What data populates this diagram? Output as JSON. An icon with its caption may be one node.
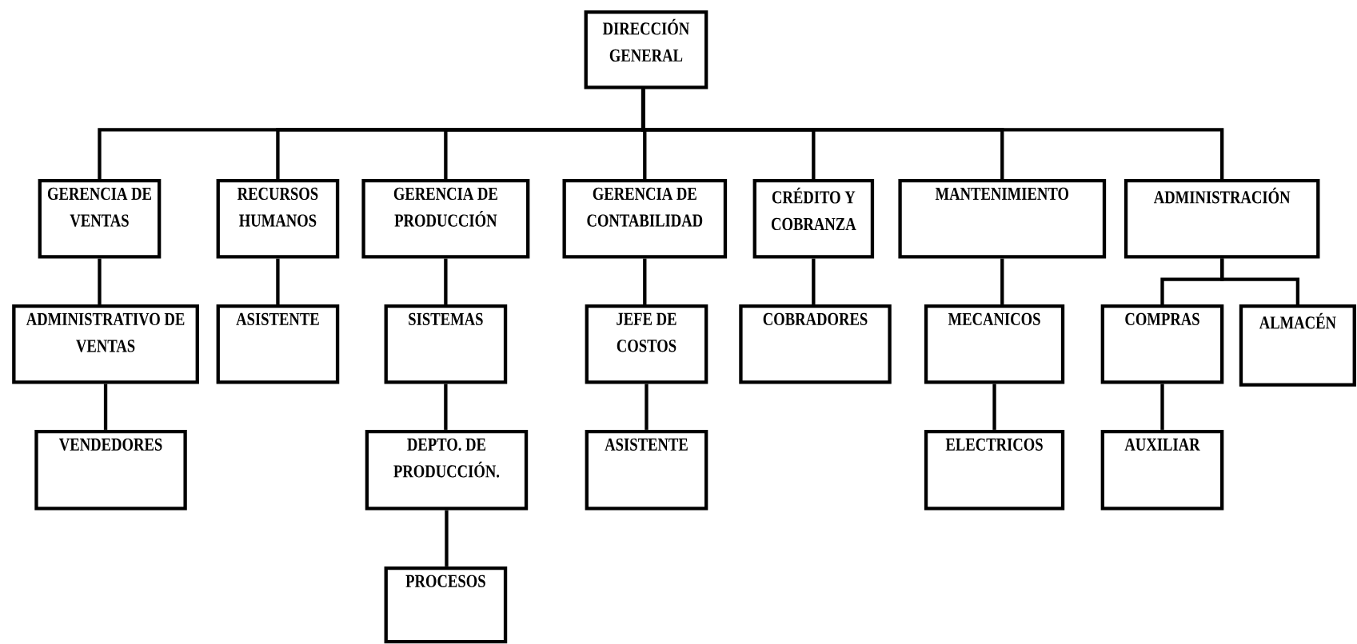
{
  "diagram": {
    "nodes": [
      {
        "text": [
          "DIRECCIÓN GENERAL"
        ]
      },
      {
        "text": [
          "GERENCIA DE VENTAS"
        ]
      },
      {
        "text": [
          "RECURSOS HUMANOS"
        ]
      },
      {
        "text": [
          "GERENCIA DE PRODUCCIÓN"
        ]
      },
      {
        "text": [
          "GERENCIA DE CONTABILIDAD"
        ]
      },
      {
        "text": [
          "CRÉDITO Y COBRANZA"
        ]
      },
      {
        "text": [
          "MANTENIMIENTO"
        ]
      },
      {
        "text": [
          "ADMINISTRACIÓN"
        ]
      },
      {
        "text": [
          "ADMINISTRATIVO DE VENTAS"
        ]
      },
      {
        "text": [
          "VENDEDORES"
        ]
      },
      {
        "text": [
          "ASISTENTE"
        ]
      },
      {
        "text": [
          "SISTEMAS"
        ]
      },
      {
        "text": [
          "DEPTO. DE PRODUCCIÓN."
        ]
      },
      {
        "text": [
          "PROCESOS"
        ]
      },
      {
        "text": [
          "JEFE DE COSTOS"
        ]
      },
      {
        "text": [
          "ASISTENTE"
        ]
      },
      {
        "text": [
          "COBRADORES"
        ]
      },
      {
        "text": [
          "MECANICOS"
        ]
      },
      {
        "text": [
          "ELECTRICOS"
        ]
      },
      {
        "text": [
          "COMPRAS"
        ]
      },
      {
        "text": [
          "ALMACÉN"
        ]
      },
      {
        "text": [
          "AUXILIAR"
        ]
      }
    ],
    "edges": [
      {
        "from": 0,
        "to": 1,
        "arrow": "none"
      },
      {
        "from": 0,
        "to": 2,
        "arrow": "none"
      },
      {
        "from": 0,
        "to": 3,
        "arrow": "none"
      },
      {
        "from": 0,
        "to": 4,
        "arrow": "none"
      },
      {
        "from": 0,
        "to": 5,
        "arrow": "none"
      },
      {
        "from": 0,
        "to": 6,
        "arrow": "none"
      },
      {
        "from": 0,
        "to": 7,
        "arrow": "none"
      },
      {
        "from": 1,
        "to": 8,
        "arrow": "none"
      },
      {
        "from": 8,
        "to": 9,
        "arrow": "none"
      },
      {
        "from": 2,
        "to": 10,
        "arrow": "none"
      },
      {
        "from": 3,
        "to": 11,
        "arrow": "none"
      },
      {
        "from": 11,
        "to": 12,
        "arrow": "none"
      },
      {
        "from": 12,
        "to": 13,
        "arrow": "none"
      },
      {
        "from": 4,
        "to": 14,
        "arrow": "none"
      },
      {
        "from": 14,
        "to": 15,
        "arrow": "none"
      },
      {
        "from": 5,
        "to": 16,
        "arrow": "none"
      },
      {
        "from": 6,
        "to": 17,
        "arrow": "none"
      },
      {
        "from": 17,
        "to": 18,
        "arrow": "none"
      },
      {
        "from": 7,
        "to": 19,
        "arrow": "none"
      },
      {
        "from": 7,
        "to": 20,
        "arrow": "none"
      },
      {
        "from": 19,
        "to": 21,
        "arrow": "none"
      }
    ]
  }
}
